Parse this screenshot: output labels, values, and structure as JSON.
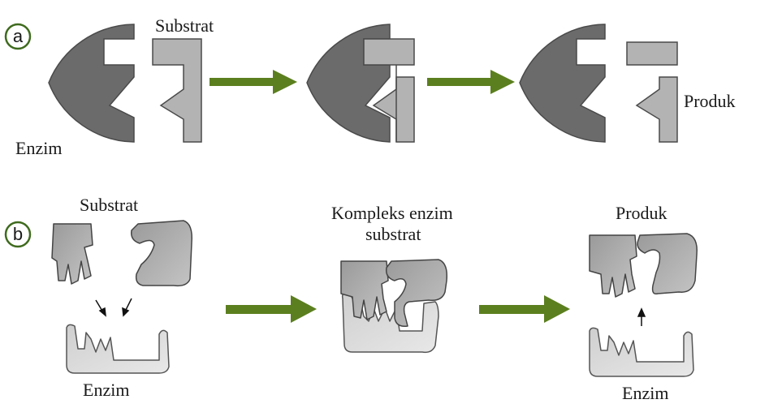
{
  "panel_a": {
    "badge": "a",
    "substrate_label": "Substrat",
    "enzyme_label": "Enzim",
    "product_label": "Produk"
  },
  "panel_b": {
    "badge": "b",
    "substrate_label": "Substrat",
    "complex_label_line1": "Kompleks enzim",
    "complex_label_line2": "substrat",
    "product_label": "Produk",
    "enzyme_label_left": "Enzim",
    "enzyme_label_right": "Enzim"
  },
  "colors": {
    "arrow": "#5b7f1e",
    "enzyme_dark": "#6b6b6b",
    "substrate_light": "#b3b3b3",
    "badge_ring": "#3f6b1e",
    "outline": "#444444"
  }
}
